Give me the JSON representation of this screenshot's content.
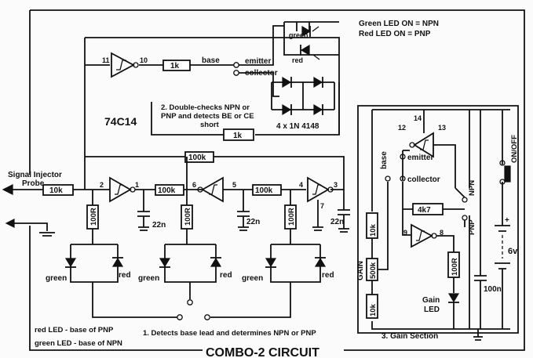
{
  "header": {
    "legend_npn": "Green LED ON = NPN",
    "legend_pnp": "Red LED ON = PNP"
  },
  "title": "COMBO-2  CIRCUIT",
  "chip": "74C14",
  "probe_label_1": "Signal Injector",
  "probe_label_2": "Probe",
  "notes": {
    "double_check_1": "2. Double-checks NPN or",
    "double_check_2": "PNP and detects BE or CE",
    "double_check_3": "short",
    "diodes": "4 x 1N 4148",
    "detects": "1. Detects base lead and determines NPN or PNP",
    "red_base": "red LED - base of PNP",
    "green_base": "green LED - base of NPN",
    "gain_section": "3. Gain Section"
  },
  "terminals": {
    "base": "base",
    "emitter": "emitter",
    "collector": "collector",
    "npn": "NPN",
    "pnp": "PNP",
    "on_off": "ON/OFF",
    "gain": "GAIN",
    "gain_led_1": "Gain",
    "gain_led_2": "LED"
  },
  "led_labels": {
    "green": "green",
    "red": "red"
  },
  "components": {
    "r1k": "1k",
    "r100k": "100k",
    "r10k": "10k",
    "r100r": "100R",
    "r4k7": "4k7",
    "r500k": "500k",
    "c22n": "22n",
    "c100n": "100n",
    "battery": "6v",
    "plus": "+"
  },
  "pins": {
    "p1": "1",
    "p2": "2",
    "p3": "3",
    "p4": "4",
    "p5": "5",
    "p6": "6",
    "p7": "7",
    "p8": "8",
    "p9": "9",
    "p10": "10",
    "p11": "11",
    "p12": "12",
    "p13": "13",
    "p14": "14"
  }
}
